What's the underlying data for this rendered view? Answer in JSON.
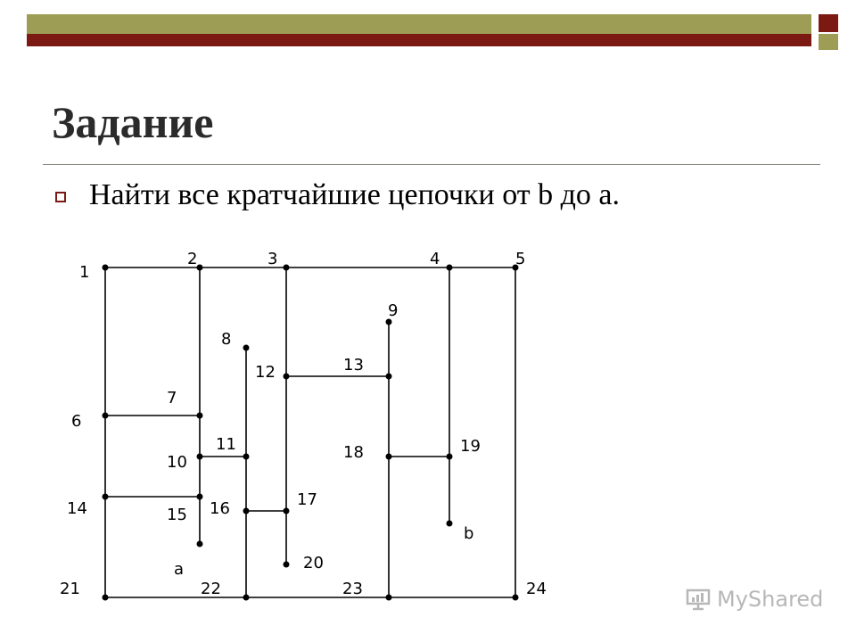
{
  "slide": {
    "title": "Задание",
    "bullet": "Найти все кратчайшие цепочки от b до a."
  },
  "watermark": {
    "text": "MyShared"
  },
  "graph": {
    "nodes": [
      {
        "id": "n1",
        "label": "1"
      },
      {
        "id": "n2",
        "label": "2"
      },
      {
        "id": "n3",
        "label": "3"
      },
      {
        "id": "n4",
        "label": "4"
      },
      {
        "id": "n5",
        "label": "5"
      },
      {
        "id": "n6",
        "label": "6"
      },
      {
        "id": "n7",
        "label": "7"
      },
      {
        "id": "n8",
        "label": "8"
      },
      {
        "id": "n9",
        "label": "9"
      },
      {
        "id": "n10",
        "label": "10"
      },
      {
        "id": "n11",
        "label": "11"
      },
      {
        "id": "n12",
        "label": "12"
      },
      {
        "id": "n13",
        "label": "13"
      },
      {
        "id": "n14",
        "label": "14"
      },
      {
        "id": "n15",
        "label": "15"
      },
      {
        "id": "n16",
        "label": "16"
      },
      {
        "id": "n17",
        "label": "17"
      },
      {
        "id": "n18",
        "label": "18"
      },
      {
        "id": "n19",
        "label": "19"
      },
      {
        "id": "na",
        "label": "a"
      },
      {
        "id": "nb",
        "label": "b"
      },
      {
        "id": "n20",
        "label": "20"
      },
      {
        "id": "n21",
        "label": "21"
      },
      {
        "id": "n22",
        "label": "22"
      },
      {
        "id": "n23",
        "label": "23"
      },
      {
        "id": "n24",
        "label": "24"
      }
    ],
    "edges": [
      [
        "n1",
        "n2"
      ],
      [
        "n2",
        "n3"
      ],
      [
        "n3",
        "n4"
      ],
      [
        "n4",
        "n5"
      ],
      [
        "n1",
        "n6"
      ],
      [
        "n6",
        "n14"
      ],
      [
        "n14",
        "n21"
      ],
      [
        "n21",
        "n22"
      ],
      [
        "n22",
        "n23"
      ],
      [
        "n23",
        "n24"
      ],
      [
        "n5",
        "n24"
      ],
      [
        "n2",
        "n7"
      ],
      [
        "n7",
        "n10"
      ],
      [
        "n10",
        "n15"
      ],
      [
        "n15",
        "na"
      ],
      [
        "n6",
        "n7"
      ],
      [
        "n14",
        "n15"
      ],
      [
        "n10",
        "n11"
      ],
      [
        "n8",
        "n11"
      ],
      [
        "n11",
        "n16"
      ],
      [
        "n16",
        "n22"
      ],
      [
        "n16",
        "n17"
      ],
      [
        "n3",
        "n12"
      ],
      [
        "n12",
        "n17"
      ],
      [
        "n17",
        "n20"
      ],
      [
        "n12",
        "n13"
      ],
      [
        "n9",
        "n13"
      ],
      [
        "n13",
        "n18"
      ],
      [
        "n18",
        "n23"
      ],
      [
        "n18",
        "n19"
      ],
      [
        "n4",
        "n19"
      ],
      [
        "n19",
        "nb"
      ]
    ]
  }
}
